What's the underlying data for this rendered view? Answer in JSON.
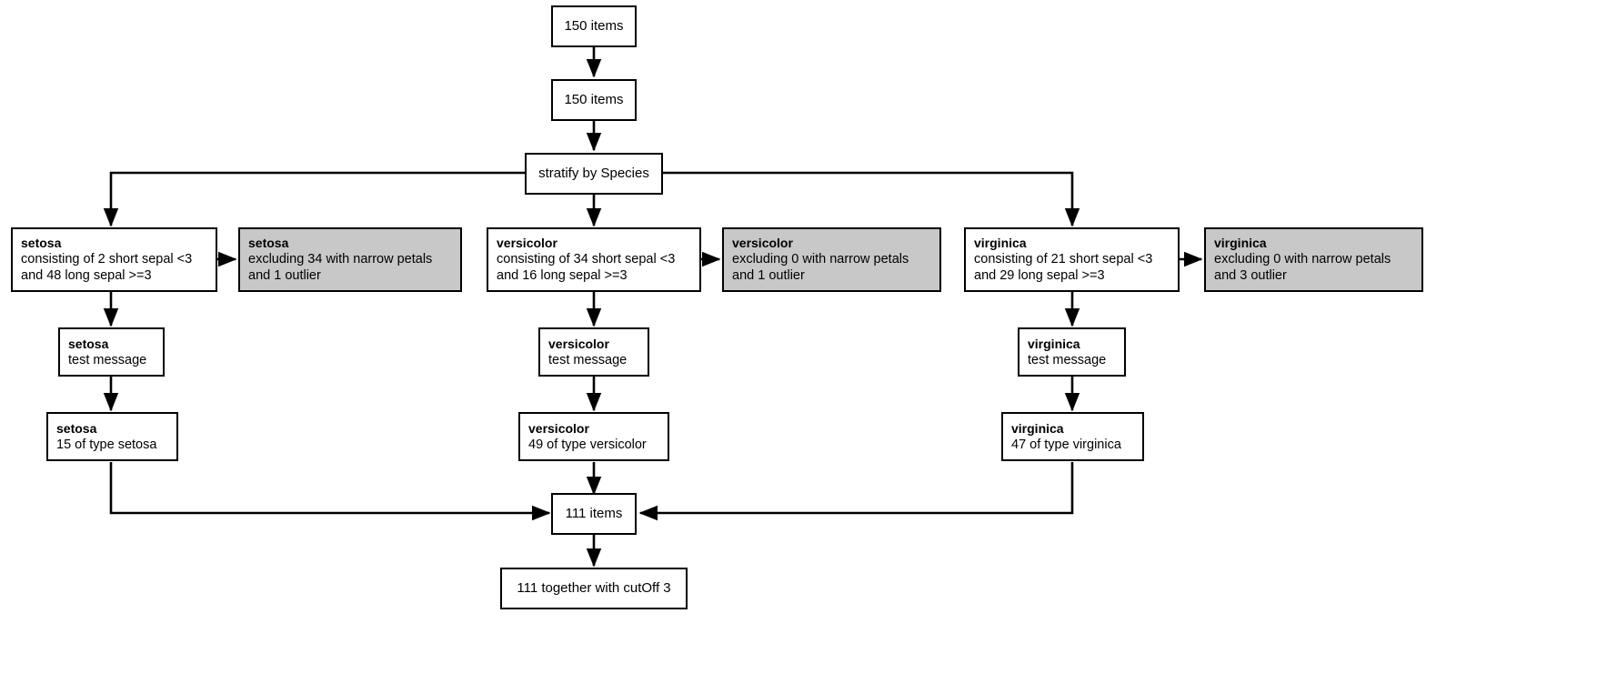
{
  "diagram": {
    "type": "flowchart",
    "background": "#ffffff",
    "border_color": "#000000",
    "excluded_fill": "#c8c8c8",
    "included_fill": "#ffffff"
  },
  "nodes": {
    "total_start": {
      "text": "150 items"
    },
    "total_second": {
      "text": "150 items"
    },
    "stratify": {
      "text": "stratify by Species"
    },
    "setosa_main": {
      "title": "setosa",
      "line1": "consisting of 2 short sepal <3",
      "line2": "and 48 long sepal >=3"
    },
    "setosa_excluded": {
      "title": "setosa",
      "line1": "excluding 34 with narrow petals",
      "line2": "and 1 outlier"
    },
    "setosa_test": {
      "title": "setosa",
      "line1": "test message"
    },
    "setosa_result": {
      "title": "setosa",
      "line1": "15 of type setosa"
    },
    "versicolor_main": {
      "title": "versicolor",
      "line1": "consisting of 34 short sepal <3",
      "line2": "and 16 long sepal >=3"
    },
    "versicolor_excluded": {
      "title": "versicolor",
      "line1": "excluding 0 with narrow petals",
      "line2": "and 1 outlier"
    },
    "versicolor_test": {
      "title": "versicolor",
      "line1": "test message"
    },
    "versicolor_result": {
      "title": "versicolor",
      "line1": "49 of type versicolor"
    },
    "virginica_main": {
      "title": "virginica",
      "line1": "consisting of 21 short sepal <3",
      "line2": "and 29 long sepal >=3"
    },
    "virginica_excluded": {
      "title": "virginica",
      "line1": "excluding 0 with narrow petals",
      "line2": "and 3 outlier"
    },
    "virginica_test": {
      "title": "virginica",
      "line1": "test message"
    },
    "virginica_result": {
      "title": "virginica",
      "line1": "47 of type virginica"
    },
    "final_items": {
      "text": "111 items"
    },
    "final_summary": {
      "text": "111 together with cutOff 3"
    }
  }
}
